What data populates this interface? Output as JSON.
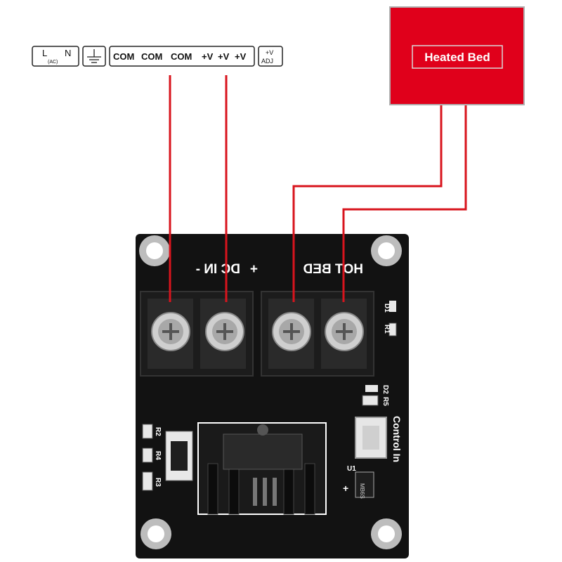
{
  "terminal_strip": {
    "ac": {
      "L": "L",
      "N": "N",
      "sub": "(AC)"
    },
    "ground_symbol": "ground-icon",
    "labels": [
      "COM",
      "COM",
      "COM",
      "+V",
      "+V",
      "+V"
    ],
    "adj": {
      "top": "+V",
      "bottom": "ADJ"
    }
  },
  "heated_bed": {
    "label": "Heated Bed",
    "color": "#e0001b"
  },
  "wire_color": "#d8141d",
  "board": {
    "dc_in_label": "DC IN -",
    "dc_plus": "+",
    "hot_bed_label": "HOT BED",
    "control_in_label": "Control In",
    "components": {
      "d1": "D1",
      "r1": "R1",
      "d2": "D2",
      "r5": "R5",
      "r2": "R2",
      "r4": "R4",
      "r3": "R3",
      "u1": "U1",
      "u1_chip": "MB6S",
      "plus": "+"
    }
  }
}
